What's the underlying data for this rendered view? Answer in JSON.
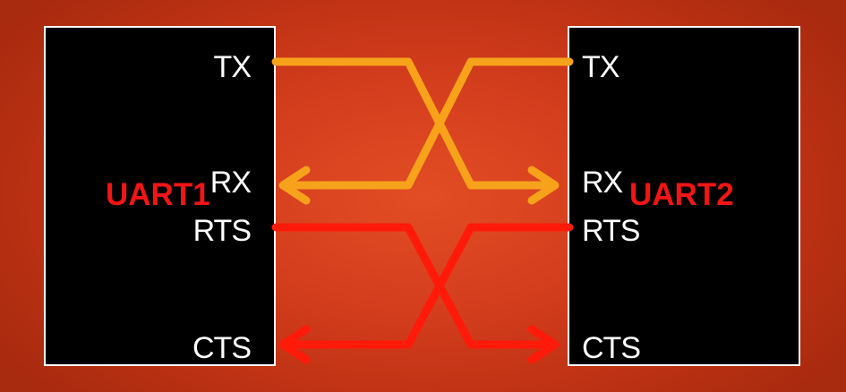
{
  "uart_left": {
    "name": "UART1",
    "pins": {
      "tx": "TX",
      "rx": "RX",
      "rts": "RTS",
      "cts": "CTS"
    }
  },
  "uart_right": {
    "name": "UART2",
    "pins": {
      "tx": "TX",
      "rx": "RX",
      "rts": "RTS",
      "cts": "CTS"
    }
  },
  "colors": {
    "data_line": "#f7a21b",
    "flow_control_line": "#ff1a0a",
    "label_red": "#f21515",
    "box": "#000000"
  }
}
